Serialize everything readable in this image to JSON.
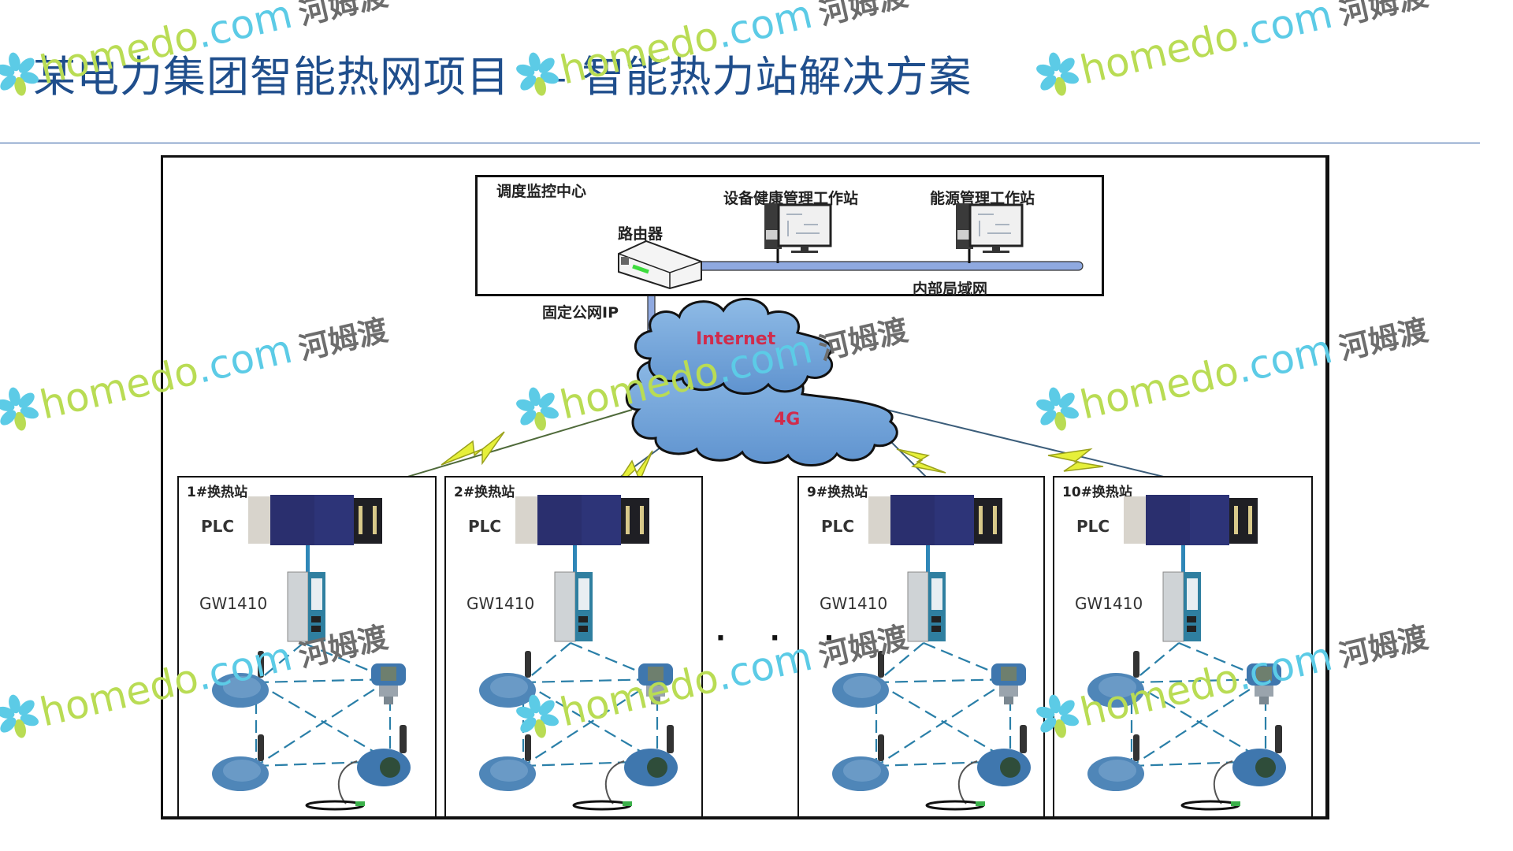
{
  "slide": {
    "title": "某电力集团智能热网项目 — 智能热力站解决方案",
    "colors": {
      "title": "#1f4e8c",
      "divider": "#2a5aa0",
      "cloud": "#6fa3d8",
      "cloud_text": "#d02c4c",
      "lan_bar": "#8fa9e0",
      "lightning": "#e6f03a",
      "mesh_link": "#2a7fa8"
    }
  },
  "diagram": {
    "control_center": {
      "title": "调度监控中心",
      "router_label": "路由器",
      "workstations": [
        {
          "label": "设备健康管理工作站"
        },
        {
          "label": "能源管理工作站"
        }
      ],
      "lan_label": "内部局域网",
      "public_ip_label": "固定公网IP"
    },
    "network": {
      "internet_label": "Internet",
      "cellular_label": "4G"
    },
    "stations": [
      {
        "title": "1#换热站",
        "plc_label": "PLC",
        "gateway_label": "GW1410"
      },
      {
        "title": "2#换热站",
        "plc_label": "PLC",
        "gateway_label": "GW1410"
      },
      {
        "title": "9#换热站",
        "plc_label": "PLC",
        "gateway_label": "GW1410"
      },
      {
        "title": "10#换热站",
        "plc_label": "PLC",
        "gateway_label": "GW1410"
      }
    ],
    "ellipsis": "· · ·"
  },
  "watermark": {
    "brand": "homedo",
    "domain": ".com",
    "cn": "河姆渡"
  }
}
